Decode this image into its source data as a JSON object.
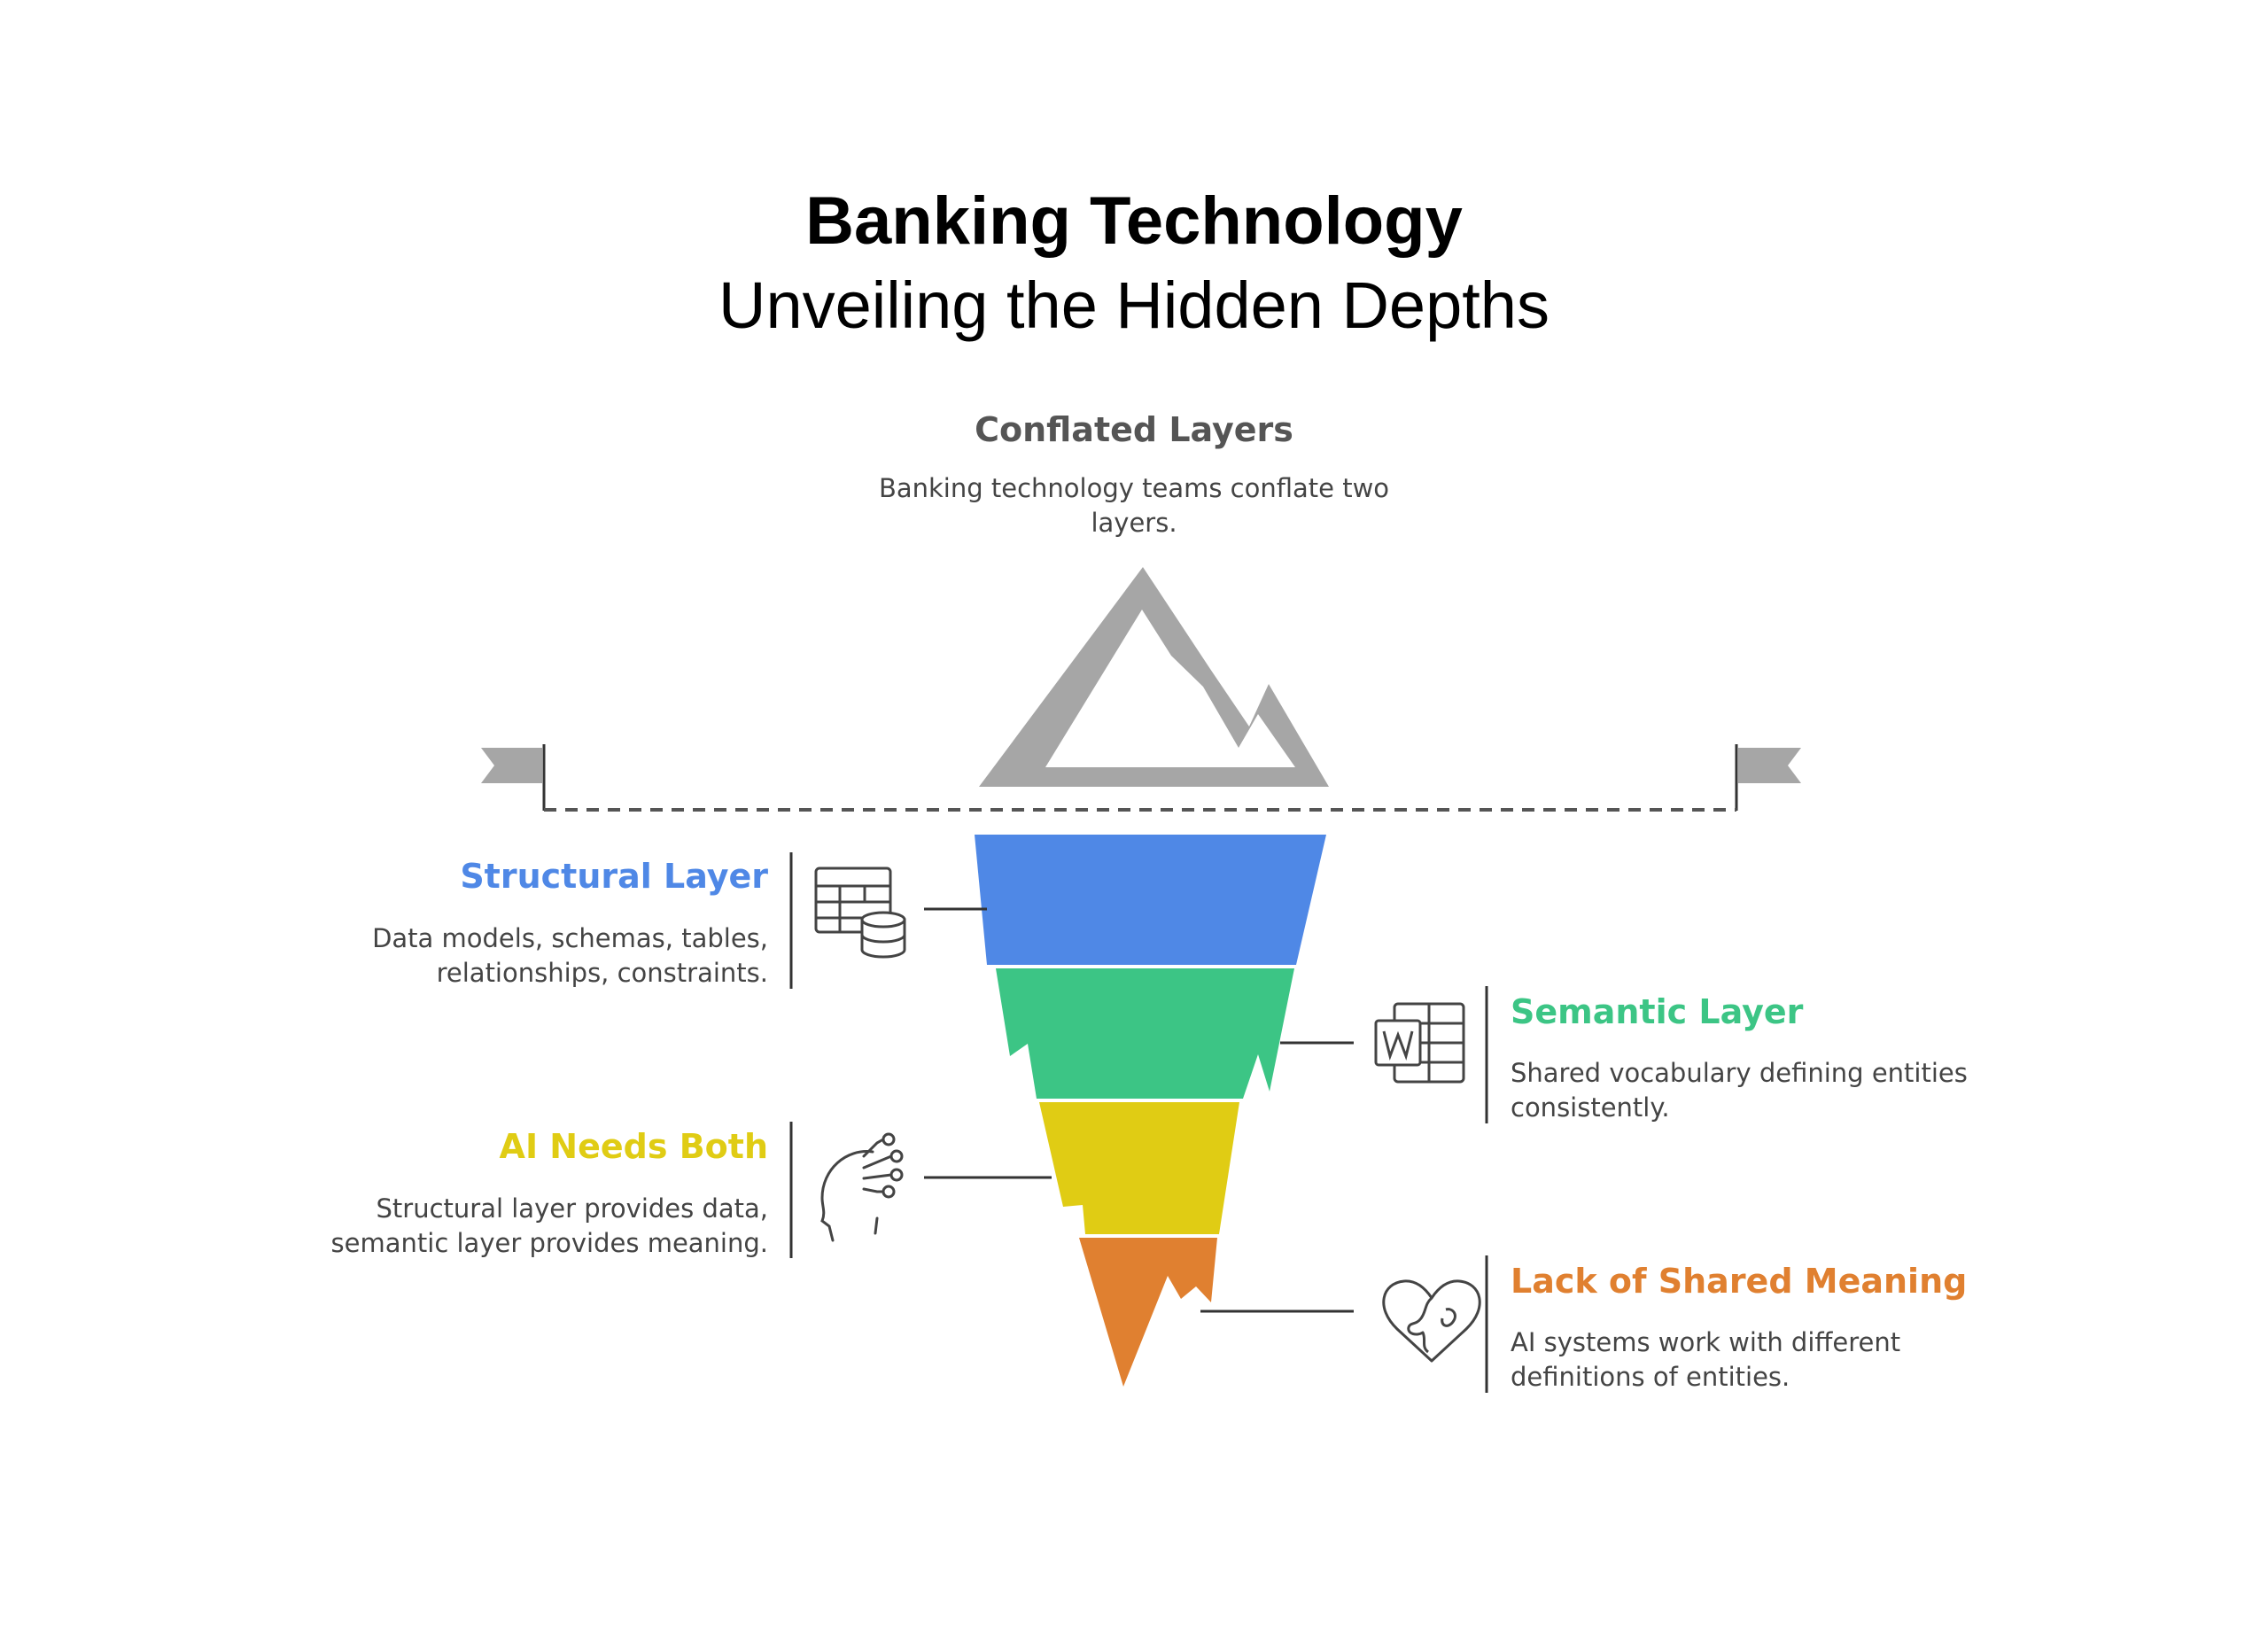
{
  "header": {
    "title": "Banking Technology",
    "subtitle": "Unveiling the Hidden Depths"
  },
  "top": {
    "heading": "Conflated Layers",
    "description": "Banking technology teams conflate two layers."
  },
  "layers": [
    {
      "title": "Structural Layer",
      "description": "Data models, schemas, tables, relationships, constraints.",
      "color": "#4f88e6",
      "icon": "database-table-icon"
    },
    {
      "title": "Semantic Layer",
      "description": "Shared vocabulary defining entities consistently.",
      "color": "#3cc585",
      "icon": "word-document-icon"
    },
    {
      "title": "AI Needs Both",
      "description": "Structural layer provides data, semantic layer provides meaning.",
      "color": "#e0cc14",
      "icon": "ai-head-circuit-icon"
    },
    {
      "title": "Lack of Shared Meaning",
      "description": "AI systems work with different definitions of entities.",
      "color": "#e08030",
      "icon": "puzzle-heart-icon"
    }
  ],
  "colors": {
    "peak": "#a6a6a6",
    "waterline": "#555555",
    "flag": "#a6a6a6",
    "connector": "#333333",
    "icon_stroke": "#444444"
  }
}
